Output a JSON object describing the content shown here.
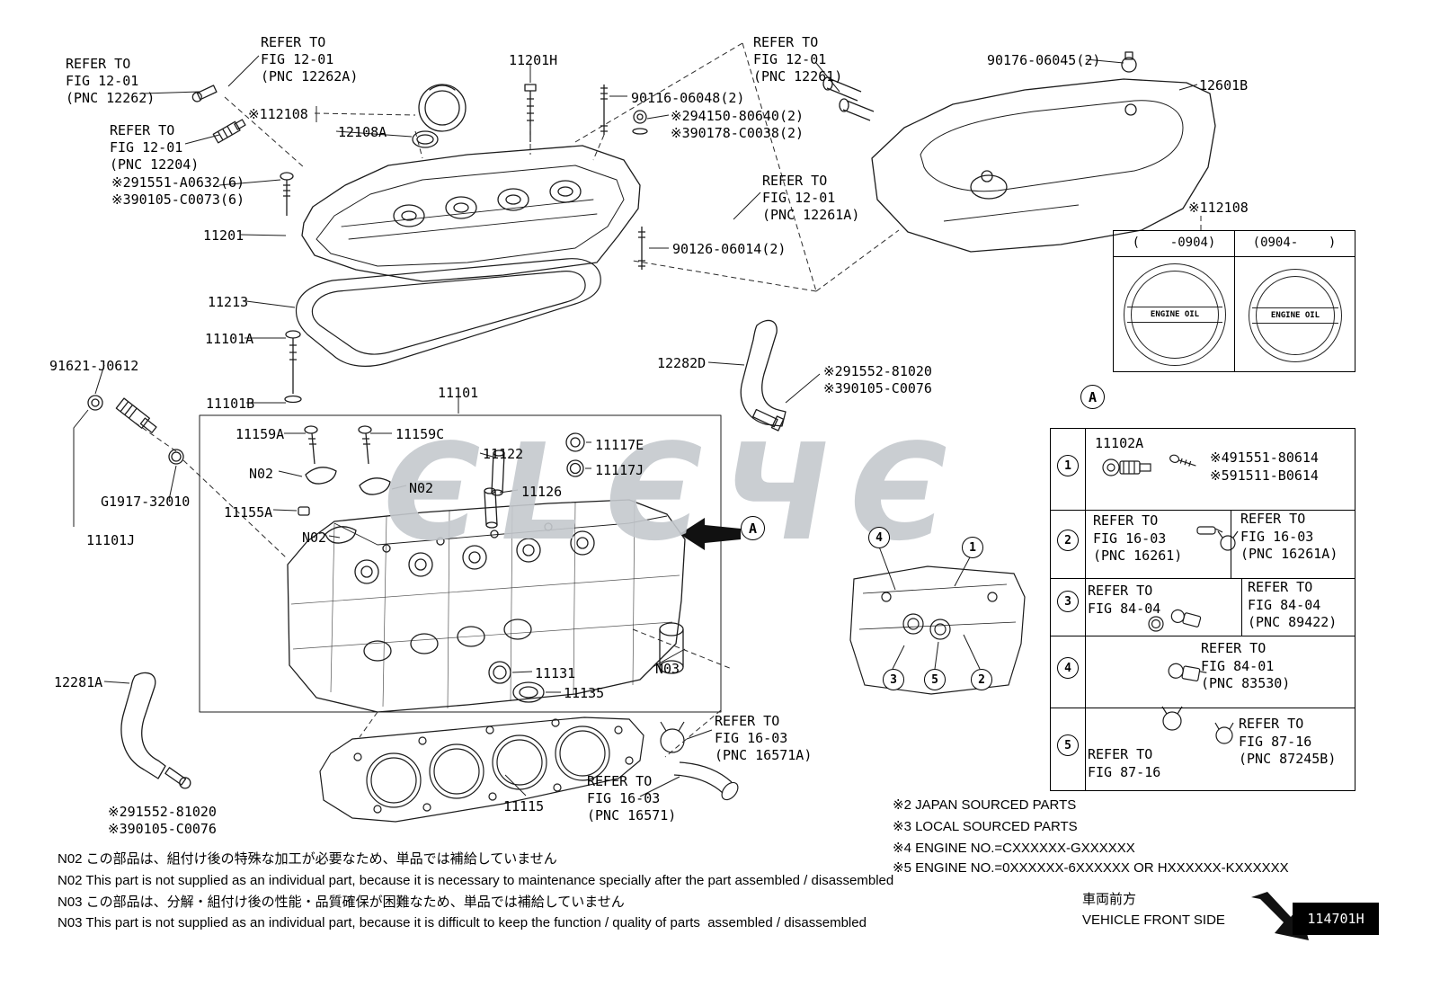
{
  "figure": {
    "doc_number": "114701H",
    "front_side_jp": "車両前方",
    "front_side_en": "VEHICLE FRONT SIDE",
    "watermark": "ЄLЄЧЄ",
    "callout_a": "A"
  },
  "labels": [
    {
      "text": "REFER TO\nFIG 12-01\n(PNC 12262)"
    },
    {
      "text": "REFER TO\nFIG 12-01\n(PNC 12262A)"
    },
    {
      "text": "※112108"
    },
    {
      "text": "12108A"
    },
    {
      "text": "11201H"
    },
    {
      "text": "90116-06048(2)"
    },
    {
      "text": "※294150-80640(2)\n※390178-C0038(2)"
    },
    {
      "text": "REFER TO\nFIG 12-01\n(PNC 12261)"
    },
    {
      "text": "90176-06045(2)"
    },
    {
      "text": "12601B"
    },
    {
      "text": "REFER TO\nFIG 12-01\n(PNC 12204)"
    },
    {
      "text": "※291551-A0632(6)\n※390105-C0073(6)"
    },
    {
      "text": "11201"
    },
    {
      "text": "90126-06014(2)"
    },
    {
      "text": "REFER TO\nFIG 12-01\n(PNC 12261A)"
    },
    {
      "text": "※112108"
    },
    {
      "text": "11213"
    },
    {
      "text": "11101A"
    },
    {
      "text": "91621-J0612"
    },
    {
      "text": "11101B"
    },
    {
      "text": "11101"
    },
    {
      "text": "12282D"
    },
    {
      "text": "※291552-81020\n※390105-C0076"
    },
    {
      "text": "11159A"
    },
    {
      "text": "11159C"
    },
    {
      "text": "11122"
    },
    {
      "text": "11117E"
    },
    {
      "text": "11117J"
    },
    {
      "text": "N02"
    },
    {
      "text": "N02"
    },
    {
      "text": "11126"
    },
    {
      "text": "11155A"
    },
    {
      "text": "N02"
    },
    {
      "text": "G1917-32010"
    },
    {
      "text": "11101J"
    },
    {
      "text": "11131"
    },
    {
      "text": "11135"
    },
    {
      "text": "N03"
    },
    {
      "text": "12281A"
    },
    {
      "text": "※291552-81020\n※390105-C0076"
    },
    {
      "text": "11115"
    },
    {
      "text": "REFER TO\nFIG 16-03\n(PNC 16571A)"
    },
    {
      "text": "REFER TO\nFIG 16-03\n(PNC 16571)"
    }
  ],
  "cap_table": {
    "col_left": "(    -0904)",
    "col_right": "(0904-    )",
    "cap_text": "ENGINE OIL"
  },
  "parts_table": {
    "rows": [
      {
        "num": "1",
        "part": "11102A",
        "right": "※491551-80614\n※591511-B0614"
      },
      {
        "num": "2",
        "left": "REFER TO\nFIG 16-03\n(PNC 16261)",
        "right": "REFER TO\nFIG 16-03\n(PNC 16261A)"
      },
      {
        "num": "3",
        "left": "REFER TO\nFIG 84-04",
        "right": "REFER TO\nFIG 84-04\n(PNC 89422)"
      },
      {
        "num": "4",
        "right": "REFER TO\nFIG 84-01\n(PNC 83530)"
      },
      {
        "num": "5",
        "left": "REFER TO\nFIG 87-16",
        "right": "REFER TO\nFIG 87-16\n(PNC 87245B)"
      }
    ]
  },
  "panel_callouts": [
    "4",
    "1",
    "3",
    "5",
    "2"
  ],
  "source_notes": [
    "※2 JAPAN SOURCED PARTS",
    "※3 LOCAL SOURCED PARTS",
    "※4 ENGINE NO.=CXXXXXX-GXXXXXX",
    "※5 ENGINE NO.=0XXXXXX-6XXXXXX OR HXXXXXX-KXXXXXX"
  ],
  "bottom_notes": [
    "N02 この部品は、組付け後の特殊な加工が必要なため、単品では補給していません",
    "N02 This part is not supplied as an individual part, because it is necessary to maintenance specially after the part assembled / disassembled",
    "N03 この部品は、分解・組付け後の性能・品質確保が困難なため、単品では補給していません",
    "N03 This part is not supplied as an individual part, because it is difficult to keep the function / quality of parts  assembled / disassembled"
  ]
}
